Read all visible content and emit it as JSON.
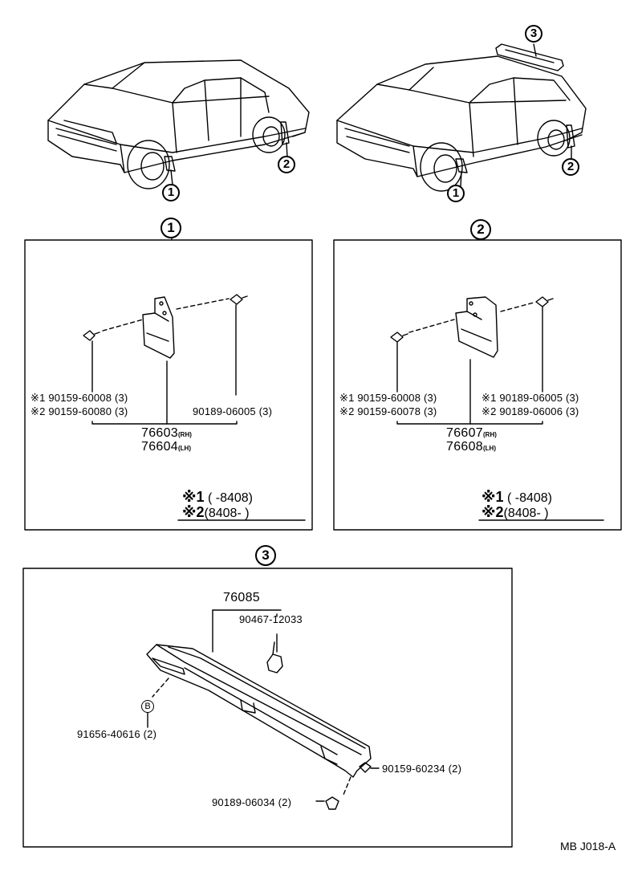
{
  "callouts": {
    "c1": "1",
    "c2": "2",
    "c3": "3"
  },
  "panel1": {
    "left_line1": "※1 90159-60008 (3)",
    "left_line2": "※2 90159-60080 (3)",
    "right_line1": "90189-06005 (3)",
    "part_rh": "76603",
    "part_rh_suffix": "(RH)",
    "part_lh": "76604",
    "part_lh_suffix": "(LH)",
    "note1_mark": "※1",
    "note1_text": "(        -8408)",
    "note2_mark": "※2",
    "note2_text": "(8408-        )"
  },
  "panel2": {
    "left_line1": "※1 90159-60008 (3)",
    "left_line2": "※2 90159-60078 (3)",
    "right_line1": "※1 90189-06005 (3)",
    "right_line2": "※2 90189-06006 (3)",
    "part_rh": "76607",
    "part_rh_suffix": "(RH)",
    "part_lh": "76608",
    "part_lh_suffix": "(LH)",
    "note1_mark": "※1",
    "note1_text": "(        -8408)",
    "note2_mark": "※2",
    "note2_text": "(8408-        )"
  },
  "panel3": {
    "part_main": "76085",
    "part_clip": "90467-12033",
    "b_marker": "B",
    "part_b": "91656-40616 (2)",
    "part_right": "90159-60234 (2)",
    "part_bottom": "90189-06034 (2)"
  },
  "diagram_code": "MB J018-A"
}
